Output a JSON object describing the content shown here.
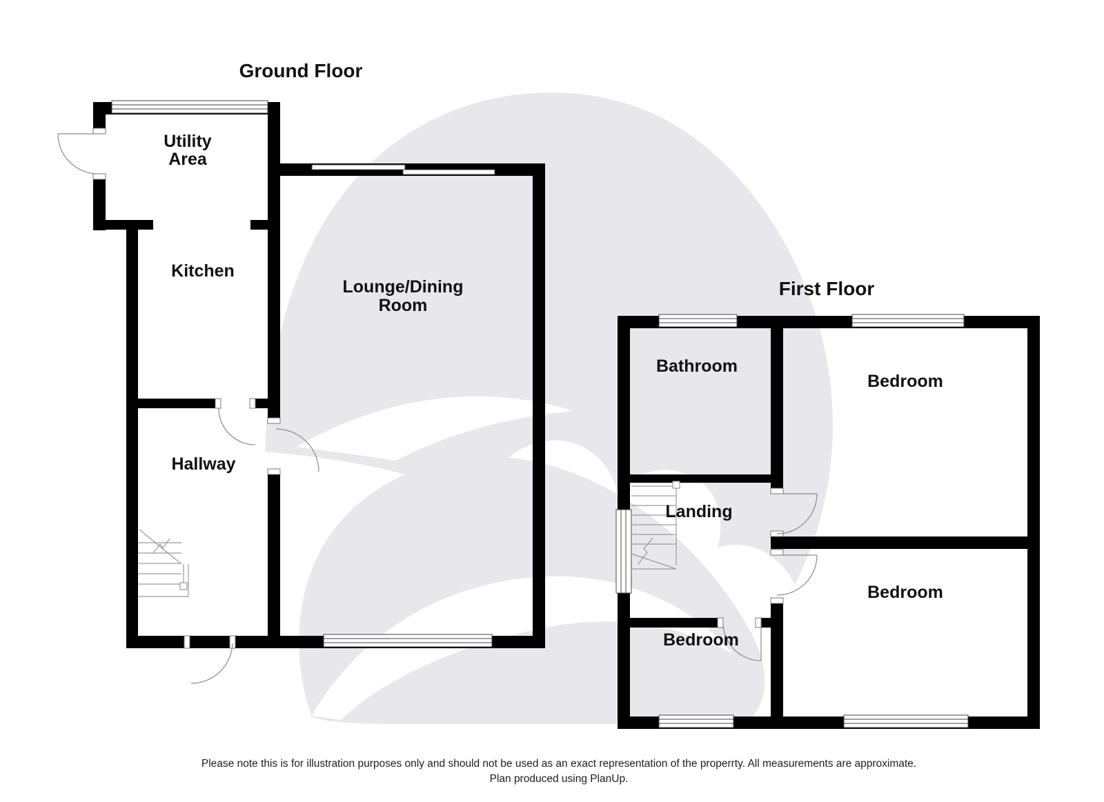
{
  "colors": {
    "wall": "#000000",
    "watermark": "#e8e8ec",
    "label_text": "#111111",
    "background": "#ffffff"
  },
  "ground_floor": {
    "title": "Ground Floor",
    "rooms": {
      "utility_area": {
        "line1": "Utility",
        "line2": "Area"
      },
      "kitchen": "Kitchen",
      "lounge_dining": {
        "line1": "Lounge/Dining",
        "line2": "Room"
      },
      "hallway": "Hallway"
    }
  },
  "first_floor": {
    "title": "First Floor",
    "rooms": {
      "bathroom": "Bathroom",
      "bedroom_top_right": "Bedroom",
      "landing": "Landing",
      "bedroom_bottom_right": "Bedroom",
      "bedroom_bottom_left": "Bedroom"
    }
  },
  "footer": {
    "line1": "Please note this is for illustration purposes only and should not be used as an exact representation of the properrty. All measurements are approximate.",
    "line2": "Plan produced using PlanUp."
  }
}
